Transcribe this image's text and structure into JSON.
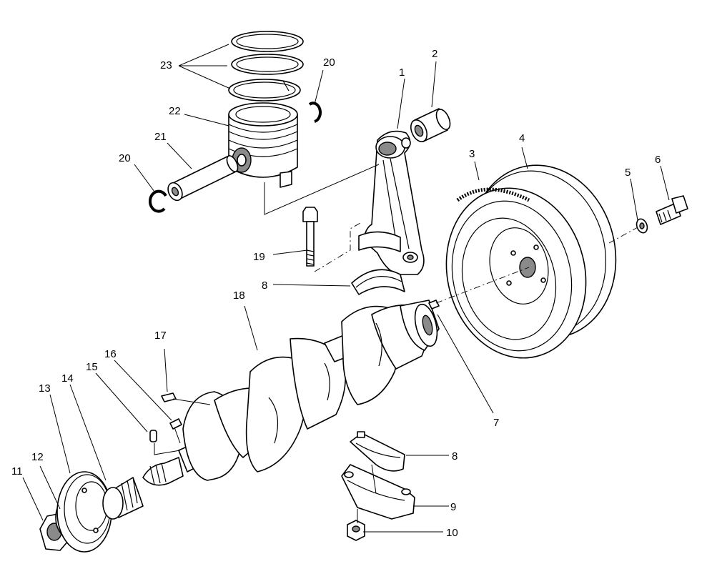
{
  "callouts": [
    {
      "id": "c1",
      "label": "1"
    },
    {
      "id": "c2",
      "label": "2"
    },
    {
      "id": "c3",
      "label": "3"
    },
    {
      "id": "c4",
      "label": "4"
    },
    {
      "id": "c5",
      "label": "5"
    },
    {
      "id": "c6",
      "label": "6"
    },
    {
      "id": "c7",
      "label": "7"
    },
    {
      "id": "c8a",
      "label": "8"
    },
    {
      "id": "c8b",
      "label": "8"
    },
    {
      "id": "c9",
      "label": "9"
    },
    {
      "id": "c10",
      "label": "10"
    },
    {
      "id": "c11",
      "label": "11"
    },
    {
      "id": "c12",
      "label": "12"
    },
    {
      "id": "c13",
      "label": "13"
    },
    {
      "id": "c14",
      "label": "14"
    },
    {
      "id": "c15",
      "label": "15"
    },
    {
      "id": "c16",
      "label": "16"
    },
    {
      "id": "c17",
      "label": "17"
    },
    {
      "id": "c18",
      "label": "18"
    },
    {
      "id": "c19",
      "label": "19"
    },
    {
      "id": "c20a",
      "label": "20"
    },
    {
      "id": "c20b",
      "label": "20"
    },
    {
      "id": "c21",
      "label": "21"
    },
    {
      "id": "c22",
      "label": "22"
    },
    {
      "id": "c23",
      "label": "23"
    }
  ]
}
